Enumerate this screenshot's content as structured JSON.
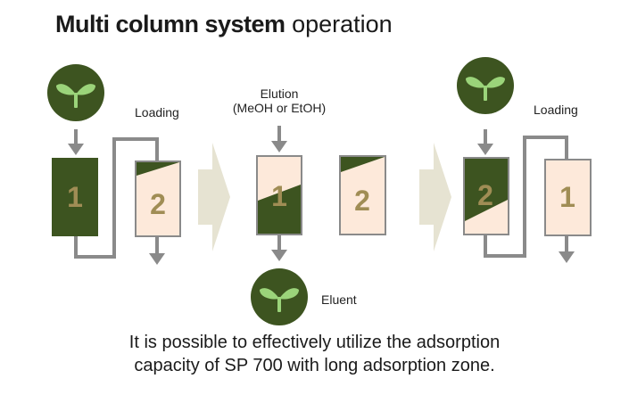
{
  "title": {
    "bold": "Multi column system",
    "normal": "operation"
  },
  "labels": {
    "loading_left": "Loading",
    "elution_line1": "Elution",
    "elution_line2": "(MeOH or EtOH)",
    "eluent": "Eluent",
    "loading_right": "Loading"
  },
  "columns": {
    "stage1_col1": "1",
    "stage1_col2": "2",
    "stage2_col1": "1",
    "stage2_col2": "2",
    "stage3_col2": "2",
    "stage3_col1": "1"
  },
  "caption": {
    "line1": "It is possible to effectively utilize the adsorption",
    "line2": "capacity of SP 700 with long adsorption zone."
  },
  "colors": {
    "dark_green": "#3d5420",
    "light_peach": "#fde9da",
    "column_number": "#a08d55",
    "pipe_gray": "#8a8a8a",
    "stage_arrow": "#e6e3d2",
    "seedling": "#9bd47a"
  }
}
